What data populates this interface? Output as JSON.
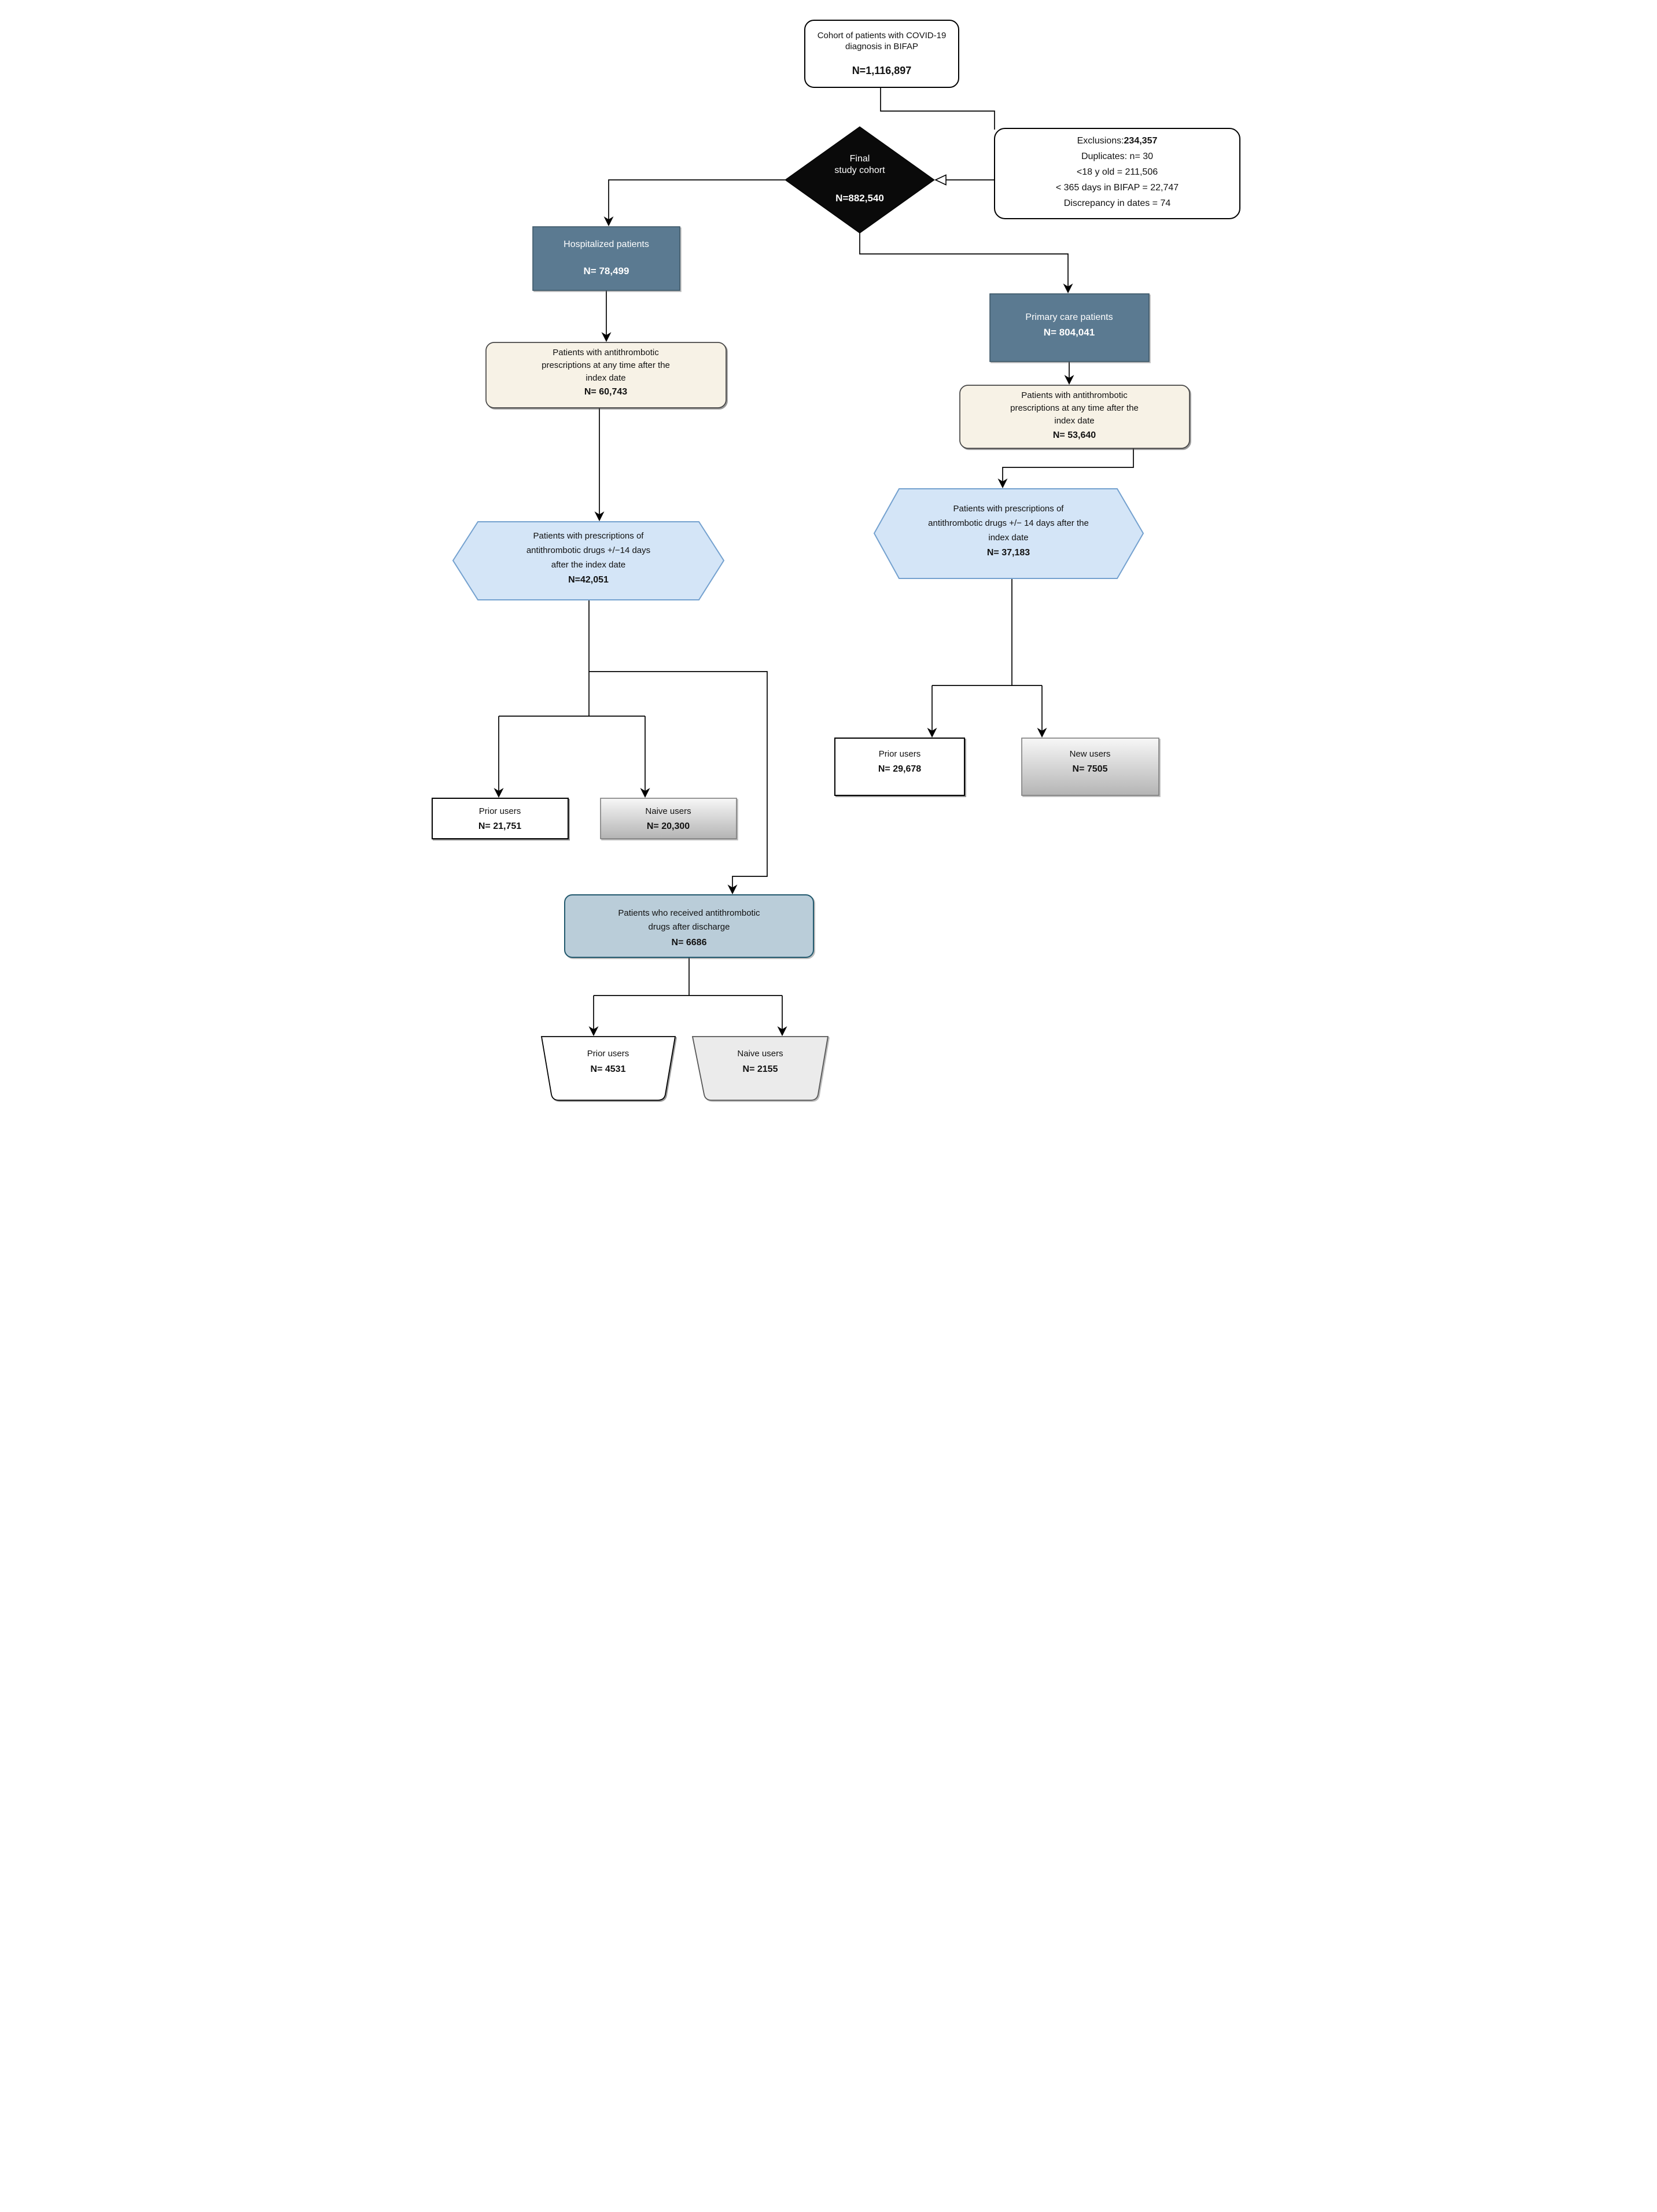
{
  "diagram": {
    "kind": "patient-flow-chart",
    "colors": {
      "slate_box_fill": "#5b7a91",
      "slate_box_border": "#3d5768",
      "cream_box_fill": "#f7f2e6",
      "cream_box_border": "#454545",
      "hexagon_fill": "#d4e5f7",
      "hexagon_border": "#74a1cf",
      "discharge_fill": "#bacdd9",
      "discharge_border": "#21586d",
      "gradient_top": "#f7f7f7",
      "gradient_bottom": "#b4b4b4",
      "gray_box_border": "#7d7d7d",
      "diamond_fill": "#0a0a0a",
      "trapezoid_naive_fill": "#ebebeb",
      "white_box_fill": "#ffffff",
      "line_color": "#000000"
    }
  },
  "nodes": {
    "cohort": {
      "lines": [
        "Cohort of patients with COVID-19",
        "diagnosis in BIFAP"
      ],
      "n": "N=1,116,897"
    },
    "exclusions": {
      "label": "Exclusions:",
      "value": "234,357",
      "items": [
        "Duplicates: n= 30",
        "<18 y old = 211,506",
        "< 365 days in BIFAP = 22,747",
        "Discrepancy in dates = 74"
      ]
    },
    "final_cohort": {
      "lines": [
        "Final",
        "study cohort"
      ],
      "n": "N=882,540"
    },
    "hospitalized": {
      "label": "Hospitalized patients",
      "n": "N= 78,499"
    },
    "primary_care": {
      "label": "Primary care patients",
      "n": "N= 804,041"
    },
    "hosp_rx": {
      "lines": [
        "Patients with antithrombotic",
        "prescriptions at any time after the",
        "index date"
      ],
      "n": "N= 60,743"
    },
    "pc_rx": {
      "lines": [
        "Patients with antithrombotic",
        "prescriptions at any time after the",
        "index date"
      ],
      "n": "N= 53,640"
    },
    "hosp_window": {
      "lines": [
        "Patients with prescriptions of",
        "antithrombotic drugs +/−14 days",
        "after the index date"
      ],
      "n": "N=42,051"
    },
    "pc_window": {
      "lines": [
        "Patients with prescriptions of",
        "antithrombotic drugs +/− 14 days after the",
        "index date"
      ],
      "n": "N= 37,183"
    },
    "hosp_prior": {
      "label": "Prior users",
      "n": "N= 21,751"
    },
    "hosp_naive": {
      "label": "Naive users",
      "n": "N= 20,300"
    },
    "pc_prior": {
      "label": "Prior users",
      "n": "N= 29,678"
    },
    "pc_new": {
      "label": "New users",
      "n": "N= 7505"
    },
    "discharge": {
      "lines": [
        "Patients who received antithrombotic",
        "drugs after discharge"
      ],
      "n": "N= 6686"
    },
    "discharge_prior": {
      "label": "Prior users",
      "n": "N= 4531"
    },
    "discharge_naive": {
      "label": "Naive users",
      "n": "N= 2155"
    }
  }
}
